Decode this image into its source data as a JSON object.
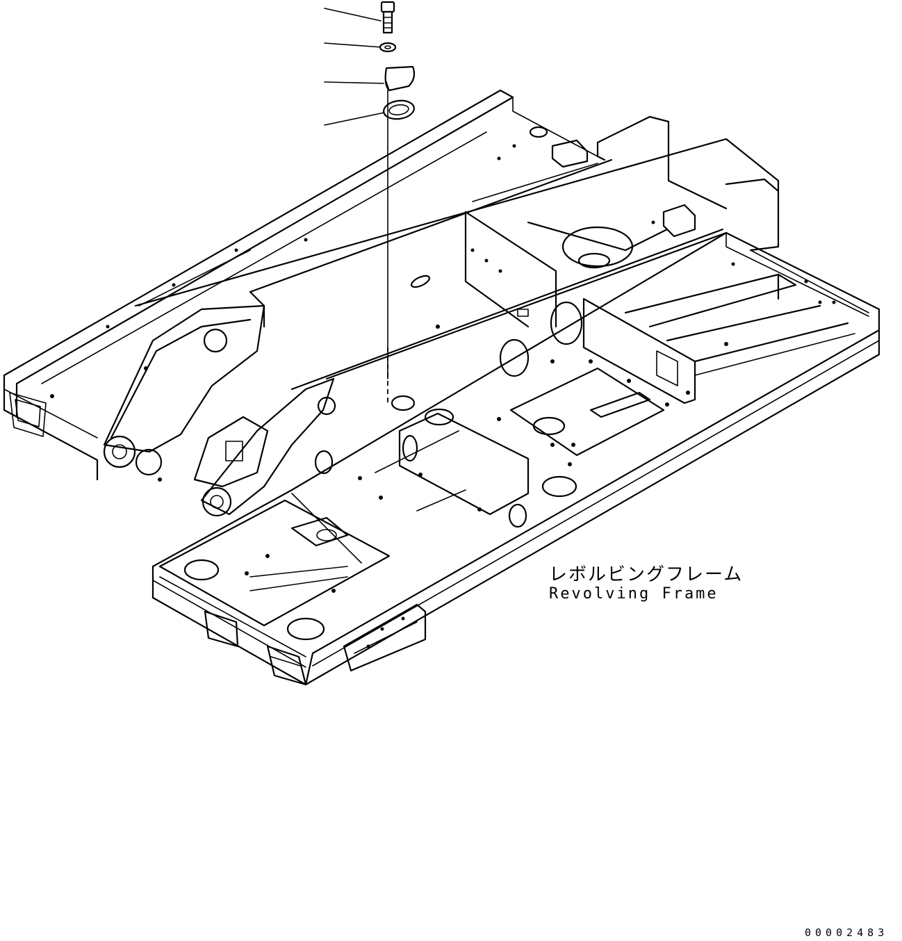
{
  "labels": {
    "part_name_jp": "レボルビングフレーム",
    "part_name_en": "Revolving Frame"
  },
  "drawing_number": "00002483",
  "exploded_parts": [
    {
      "name": "bolt"
    },
    {
      "name": "washer"
    },
    {
      "name": "cover-plate"
    },
    {
      "name": "gasket"
    }
  ]
}
